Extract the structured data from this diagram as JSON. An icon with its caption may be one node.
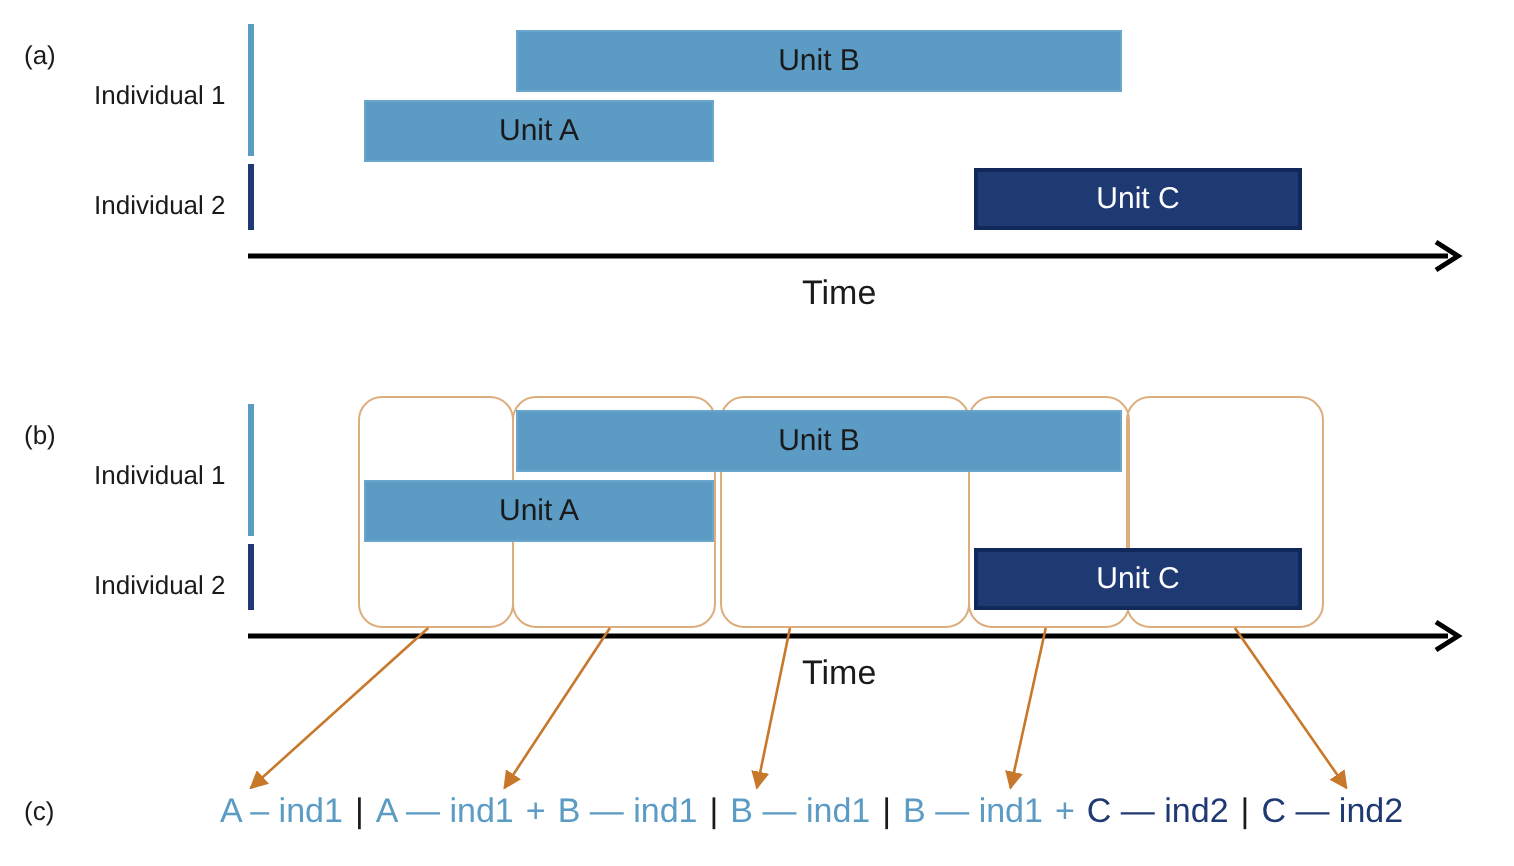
{
  "diagram": {
    "nodes": [
      {
        "text": [
          "Unit B"
        ]
      },
      {
        "text": [
          "Unit A"
        ]
      },
      {
        "text": [
          "Unit C"
        ]
      },
      {
        "text": [],
        "shape": "box"
      },
      {
        "text": [],
        "shape": "box"
      },
      {
        "text": [],
        "shape": "box"
      },
      {
        "text": [],
        "shape": "box"
      },
      {
        "text": [],
        "shape": "box"
      },
      {
        "text": [
          "Unit B"
        ]
      },
      {
        "text": [
          "Unit A"
        ]
      },
      {
        "text": [
          "Unit C"
        ]
      },
      {
        "text": [
          "A – ind1"
        ]
      },
      {
        "text": [
          "A — ind1",
          "+",
          "B — ind1"
        ]
      },
      {
        "text": [
          "B — ind1"
        ]
      },
      {
        "text": [
          "B — ind1",
          "+",
          "C — ind2"
        ]
      },
      {
        "text": [
          "C — ind2"
        ]
      }
    ],
    "edges": [
      {
        "from": 3,
        "to": 11,
        "arrow": "to"
      },
      {
        "from": 4,
        "to": 12,
        "arrow": "to"
      },
      {
        "from": 5,
        "to": 13,
        "arrow": "to"
      },
      {
        "from": 6,
        "to": 14,
        "arrow": "to"
      },
      {
        "from": 7,
        "to": 15,
        "arrow": "to"
      }
    ],
    "labels": [
      "(a)",
      "Individual 1",
      "Individual 2",
      "Time",
      "(b)",
      "Individual 1",
      "Individual 2",
      "Time",
      "(c)",
      "|",
      "|",
      "|",
      "|"
    ]
  }
}
